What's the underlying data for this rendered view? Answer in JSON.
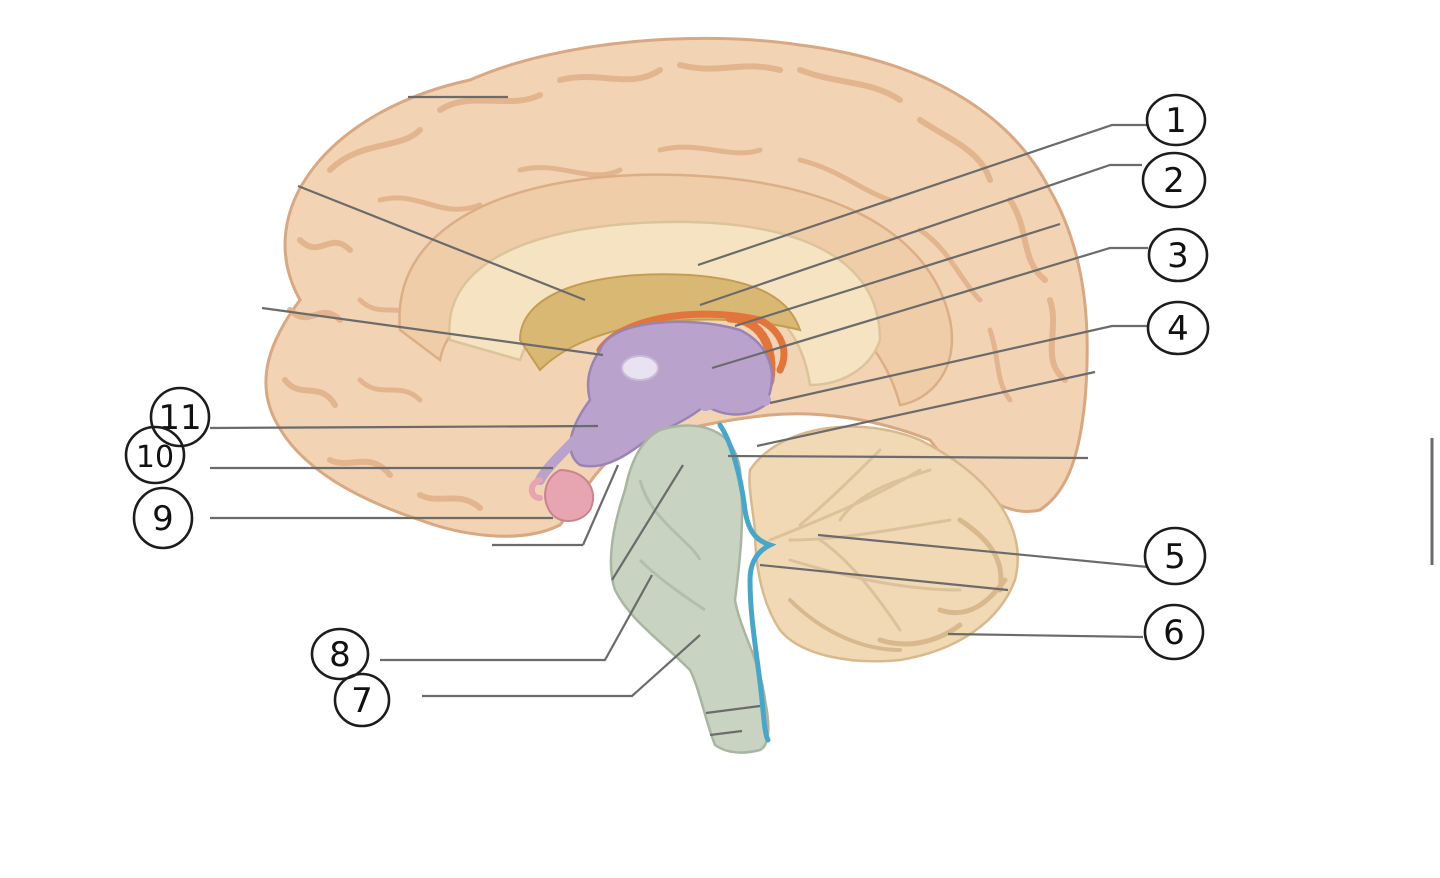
{
  "callouts": [
    {
      "id": "c1",
      "text": "1"
    },
    {
      "id": "c2",
      "text": "2"
    },
    {
      "id": "c3",
      "text": "3"
    },
    {
      "id": "c4",
      "text": "4"
    },
    {
      "id": "c5",
      "text": "5"
    },
    {
      "id": "c6",
      "text": "6"
    },
    {
      "id": "c7",
      "text": "7"
    },
    {
      "id": "c8",
      "text": "8"
    },
    {
      "id": "c9",
      "text": "9"
    },
    {
      "id": "c10",
      "text": "10"
    },
    {
      "id": "c11",
      "text": "11"
    }
  ],
  "colors": {
    "cerebrum": "#f2d3b4",
    "cerebrum_fold": "#e3b58f",
    "corpus_callosum": "#f5e3c2",
    "ventricle": "#d9b874",
    "diencephalon": "#b9a3cc",
    "brainstem": "#c9d3c2",
    "cerebellum": "#f0d9b4",
    "csf_channel": "#4aa6c7",
    "pineal": "#e0763b",
    "pituitary": "#e6a5b0",
    "leader_line": "#6b6b6b"
  }
}
